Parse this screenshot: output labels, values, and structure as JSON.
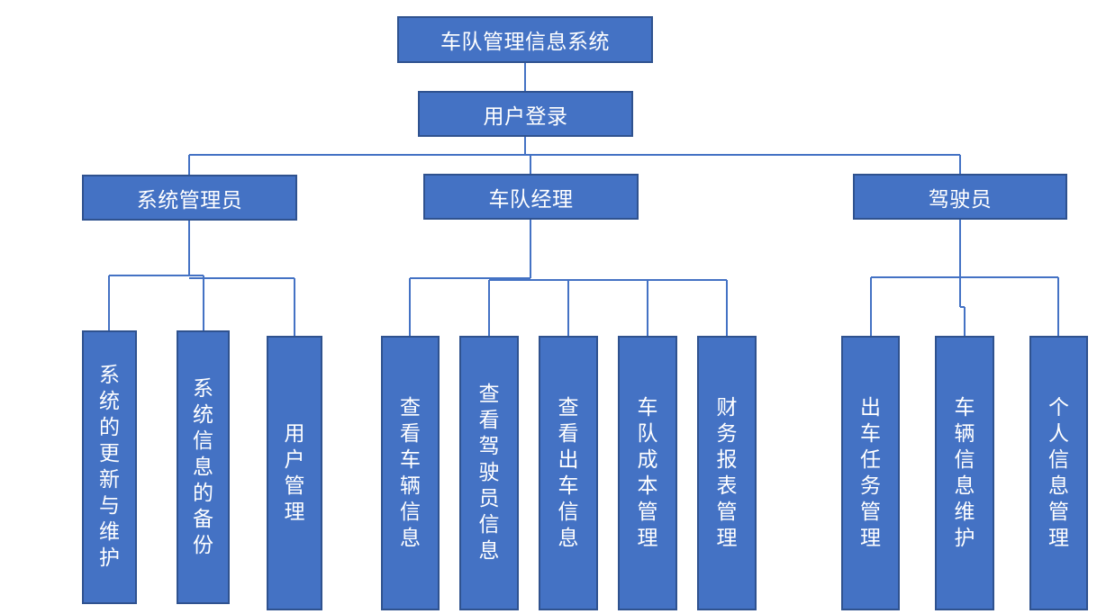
{
  "root": {
    "label": "车队管理信息系统"
  },
  "login": {
    "label": "用户登录"
  },
  "roles": [
    {
      "label": "系统管理员",
      "functions": [
        "系统的更新与维护",
        "系统信息的备份",
        "用户管理"
      ]
    },
    {
      "label": "车队经理",
      "functions": [
        "查看车辆信息",
        "查看驾驶员信息",
        "查看出车信息",
        "车队成本管理",
        "财务报表管理"
      ]
    },
    {
      "label": "驾驶员",
      "functions": [
        "出车任务管理",
        "车辆信息维护",
        "个人信息管理"
      ]
    }
  ],
  "colors": {
    "box_fill": "#4472C4",
    "box_border": "#2F528F",
    "connector": "#4472C4",
    "text": "#FFFFFF"
  }
}
